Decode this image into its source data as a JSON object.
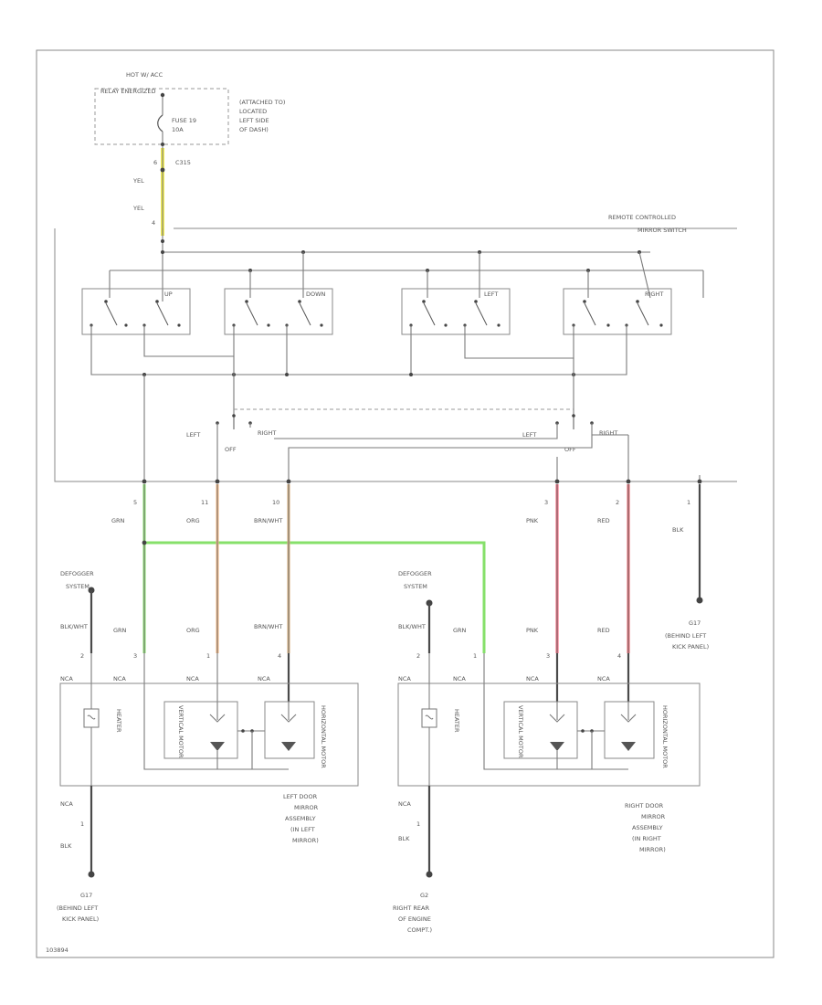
{
  "colors": {
    "yellow": "#f2ee55",
    "green": "#86e06a",
    "orange": "#f5b37a",
    "tan": "#d9ae78",
    "pink": "#f25a70",
    "red": "#e85a64",
    "wire": "#7a7a7a"
  },
  "power": {
    "source": "HOT W/ ACC",
    "relay": "RELAY ENERGIZED",
    "fuse": "FUSE 19",
    "fuse_amps": "10A",
    "fuse_location_1": "(ATTACHED TO)",
    "fuse_location_2": "LOCATED",
    "fuse_location_3": "LEFT SIDE",
    "fuse_location_4": "OF DASH)",
    "connector_pin": "6",
    "connector_id": "C315",
    "wire_1": "YEL",
    "wire_2": "YEL",
    "pin_in": "4"
  },
  "switch": {
    "title_1": "REMOTE CONTROLLED",
    "title_2": "MIRROR SWITCH",
    "contacts": [
      "UP",
      "DOWN",
      "LEFT",
      "RIGHT"
    ],
    "selector_left": {
      "left": "LEFT",
      "off": "OFF",
      "right": "RIGHT"
    },
    "selector_right": {
      "left": "LEFT",
      "off": "OFF",
      "right": "RIGHT"
    }
  },
  "harness": {
    "pins": [
      {
        "pin": "5",
        "color": "GRN"
      },
      {
        "pin": "11",
        "color": "ORG"
      },
      {
        "pin": "10",
        "color": "BRN/WHT"
      },
      {
        "pin": "3",
        "color": "PNK"
      },
      {
        "pin": "2",
        "color": "RED"
      },
      {
        "pin": "1",
        "color": "BLK"
      }
    ]
  },
  "defogger": {
    "left_label_1": "DEFOGGER",
    "left_label_2": "SYSTEM",
    "right_label_1": "DEFOGGER",
    "right_label_2": "SYSTEM"
  },
  "left_mirror": {
    "wires": [
      "BLK/WHT",
      "GRN",
      "ORG",
      "BRN/WHT"
    ],
    "pins": [
      "2",
      "3",
      "1",
      "4"
    ],
    "conn": [
      "NCA",
      "NCA",
      "NCA",
      "NCA"
    ],
    "heater": "HEATER",
    "vertical_motor": "VERTICAL MOTOR",
    "horizontal_motor": "HORIZONTAL MOTOR",
    "name_1": "LEFT DOOR",
    "name_2": "MIRROR",
    "name_3": "ASSEMBLY",
    "name_4": "(IN LEFT",
    "name_5": "MIRROR)",
    "ground_conn": "NCA",
    "ground_pin": "1",
    "ground_wire": "BLK",
    "ground_id": "G17",
    "ground_loc_1": "(BEHIND LEFT",
    "ground_loc_2": "KICK PANEL)"
  },
  "right_mirror": {
    "wires": [
      "BLK/WHT",
      "GRN",
      "PNK",
      "RED"
    ],
    "pins": [
      "2",
      "1",
      "3",
      "4"
    ],
    "conn": [
      "NCA",
      "NCA",
      "NCA",
      "NCA"
    ],
    "heater": "HEATER",
    "vertical_motor": "VERTICAL MOTOR",
    "horizontal_motor": "HORIZONTAL MOTOR",
    "name_1": "RIGHT DOOR",
    "name_2": "MIRROR",
    "name_3": "ASSEMBLY",
    "name_4": "(IN RIGHT",
    "name_5": "MIRROR)",
    "ground_conn": "NCA",
    "ground_pin": "1",
    "ground_wire": "BLK",
    "ground_id": "G2",
    "ground_loc_1": "RIGHT REAR",
    "ground_loc_2": "OF ENGINE",
    "ground_loc_3": "COMPT.)"
  },
  "switch_ground": {
    "id": "G17",
    "loc_1": "(BEHIND LEFT",
    "loc_2": "KICK PANEL)"
  },
  "footer_id": "103894"
}
